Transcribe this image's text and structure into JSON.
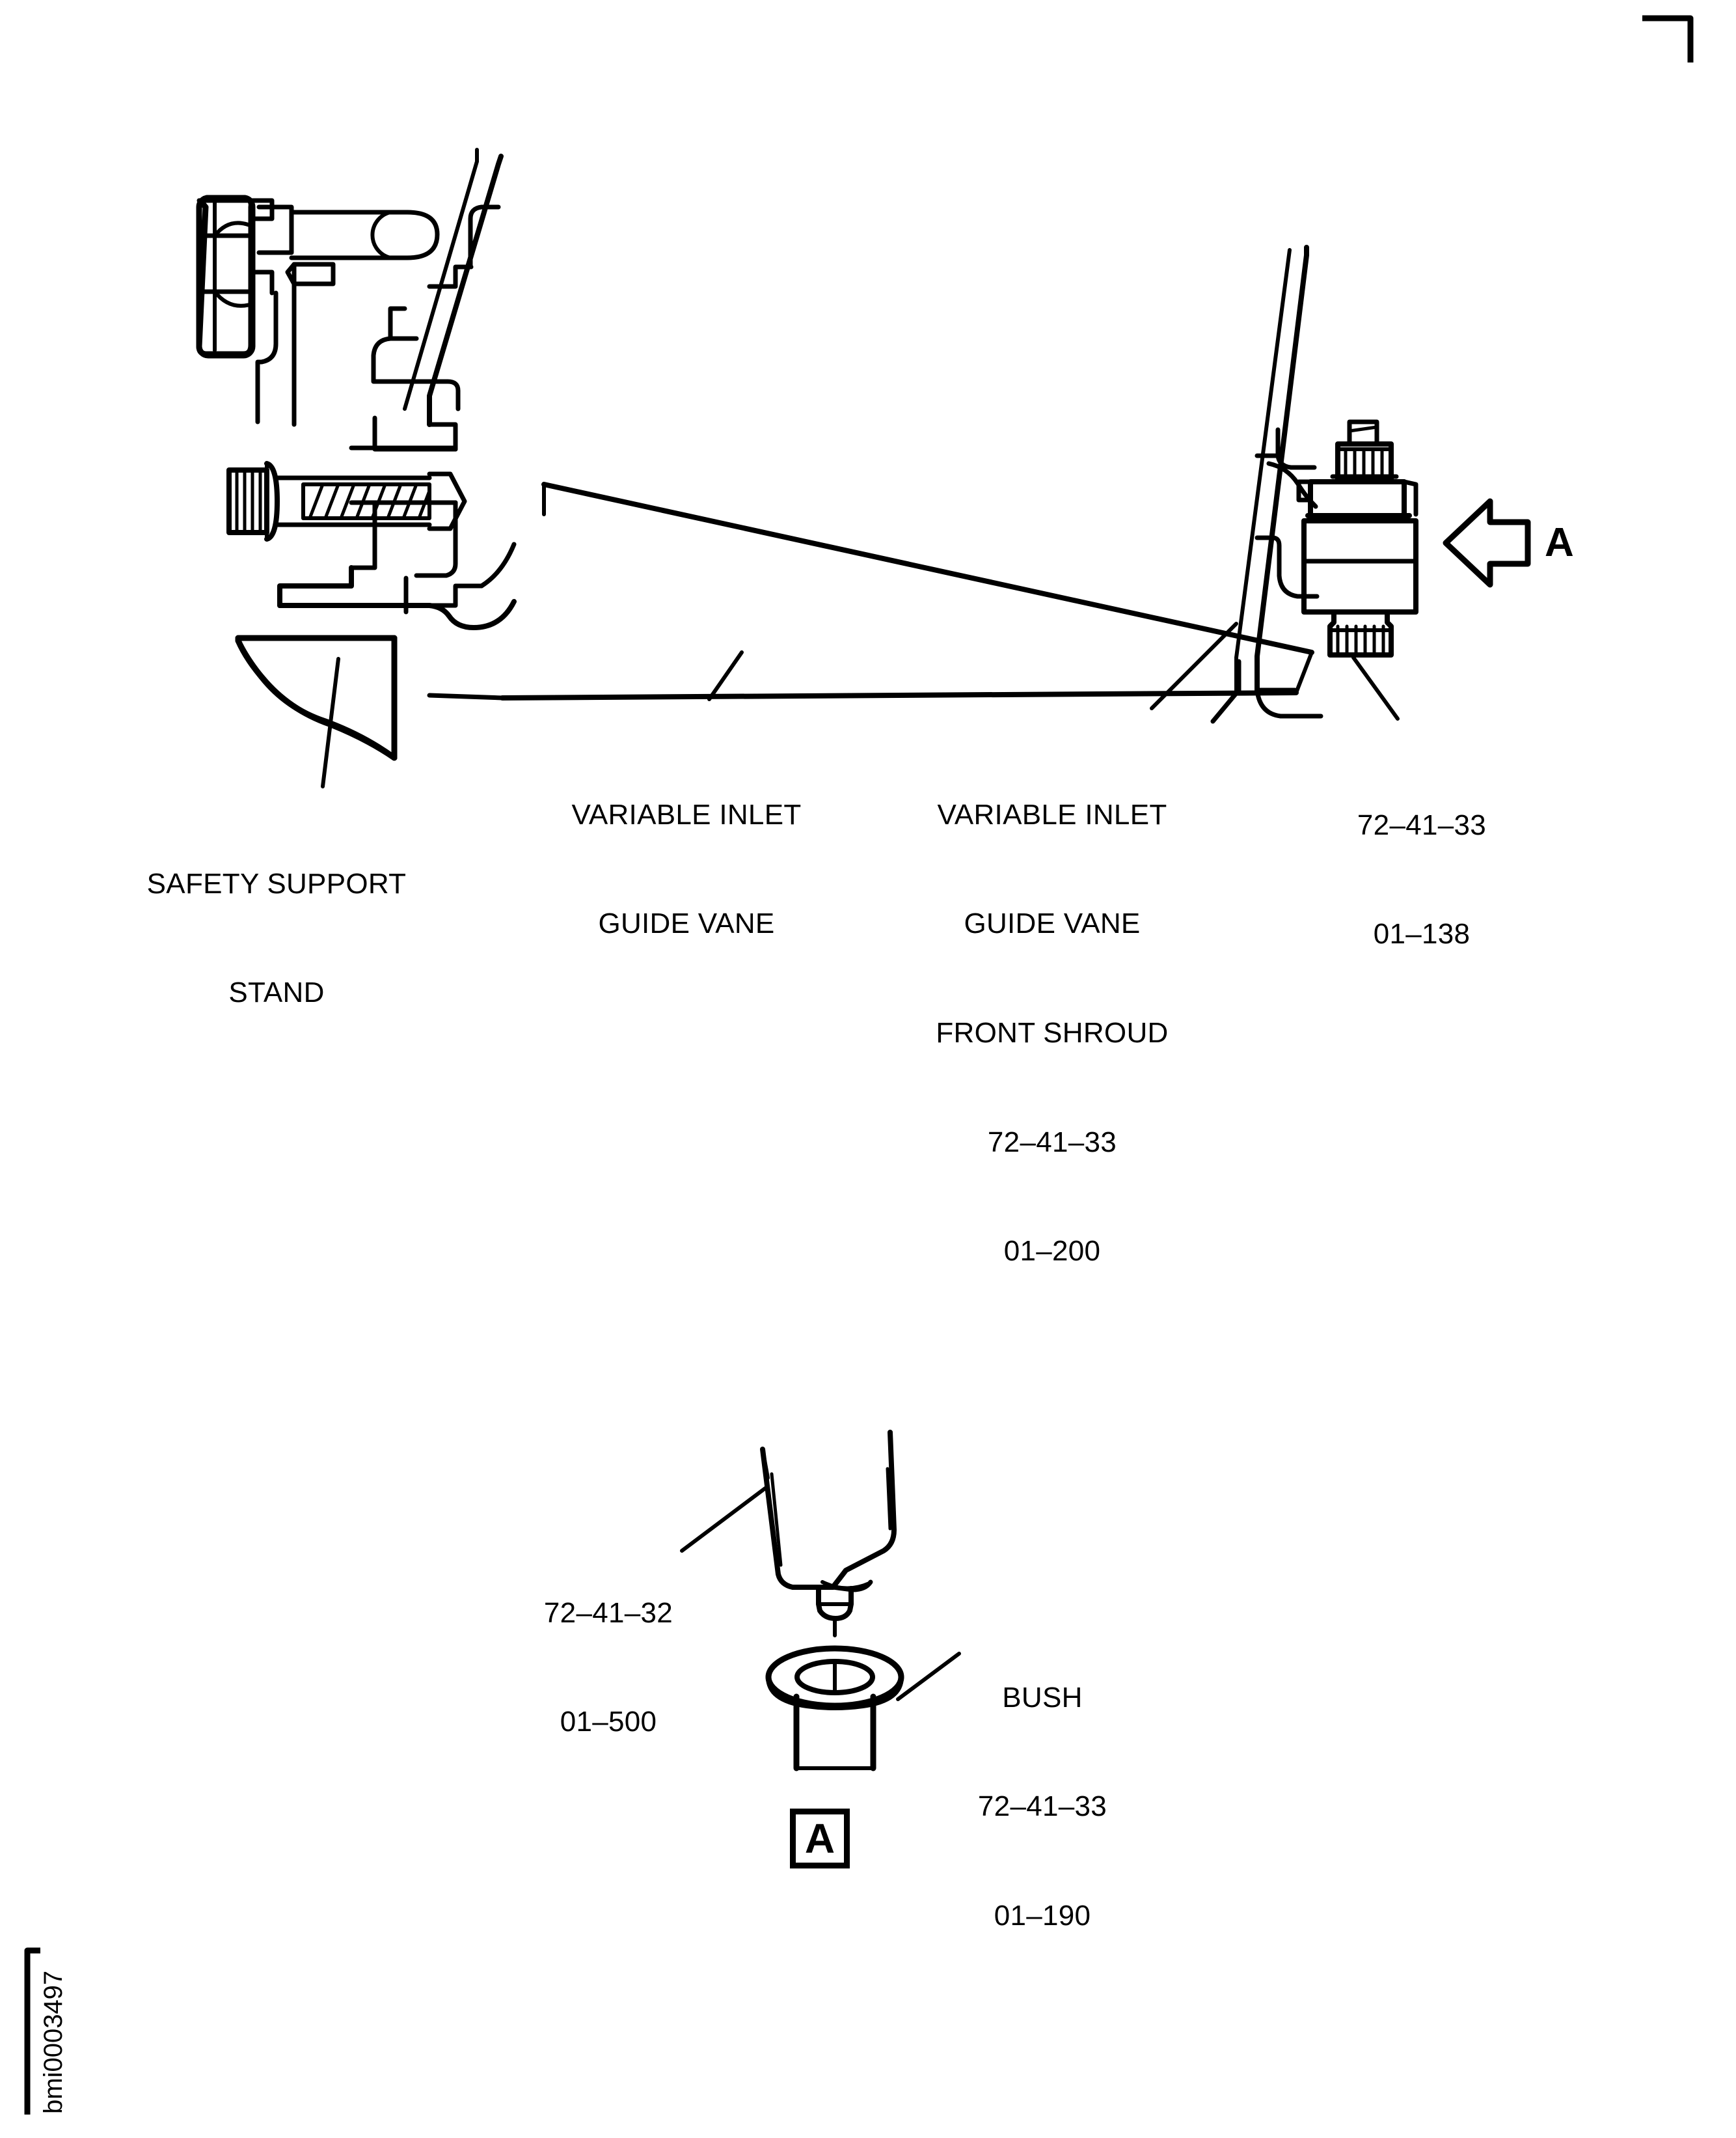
{
  "document": {
    "figure_id": "bmi0003497",
    "registration_marks": [
      "top-right-corner",
      "bottom-left-corner"
    ]
  },
  "main_view": {
    "callouts": [
      {
        "id": "safety-support-stand",
        "lines": [
          "SAFETY SUPPORT",
          "STAND"
        ]
      },
      {
        "id": "variable-inlet-guide-vane",
        "lines": [
          "VARIABLE INLET",
          "GUIDE VANE"
        ]
      },
      {
        "id": "variable-inlet-guide-vane-front-shroud",
        "lines": [
          "VARIABLE INLET",
          "GUIDE VANE",
          "FRONT SHROUD",
          "72–41–33",
          "01–200"
        ]
      },
      {
        "id": "bearing-part-number",
        "lines": [
          "72–41–33",
          "01–138"
        ]
      }
    ],
    "section_arrow": {
      "letter": "A",
      "direction": "left"
    }
  },
  "detail_view": {
    "callouts": [
      {
        "id": "vane-stem-part-number",
        "lines": [
          "72–41–32",
          "01–500"
        ]
      },
      {
        "id": "bush",
        "lines": [
          "BUSH",
          "72–41–33",
          "01–190"
        ]
      }
    ],
    "section_label": {
      "letter": "A"
    }
  },
  "style": {
    "line_color": "#000000",
    "background": "#ffffff"
  }
}
